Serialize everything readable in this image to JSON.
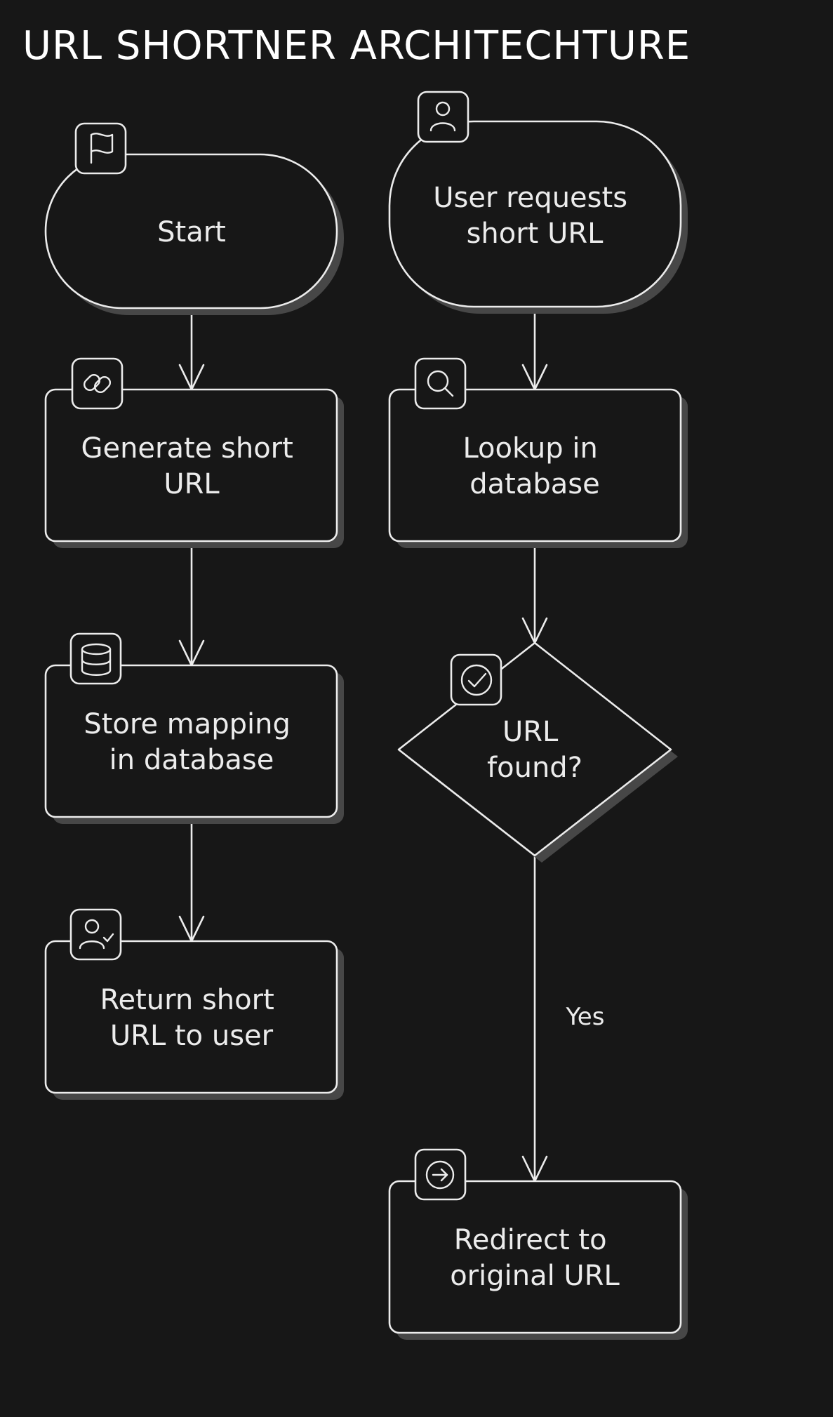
{
  "title": "URL SHORTNER ARCHITECHTURE",
  "colors": {
    "background": "#171717",
    "stroke": "#ececec",
    "shadow": "#474747"
  },
  "nodes": {
    "start": {
      "label": [
        "Start"
      ],
      "icon": "flag-icon"
    },
    "generate": {
      "label": [
        "Generate short",
        "URL"
      ],
      "icon": "link-icon"
    },
    "store": {
      "label": [
        "Store mapping",
        "in database"
      ],
      "icon": "database-icon"
    },
    "return": {
      "label": [
        "Return short",
        "URL to user"
      ],
      "icon": "user-check-icon"
    },
    "request": {
      "label": [
        "User requests",
        "short URL"
      ],
      "icon": "user-icon"
    },
    "lookup": {
      "label": [
        "Lookup in",
        "database"
      ],
      "icon": "search-icon"
    },
    "found": {
      "label": [
        "URL",
        "found?"
      ],
      "icon": "check-circle-icon"
    },
    "redirect": {
      "label": [
        "Redirect to",
        "original URL"
      ],
      "icon": "arrow-circle-right-icon"
    }
  },
  "edges": {
    "found_to_redirect": {
      "label": "Yes"
    }
  }
}
